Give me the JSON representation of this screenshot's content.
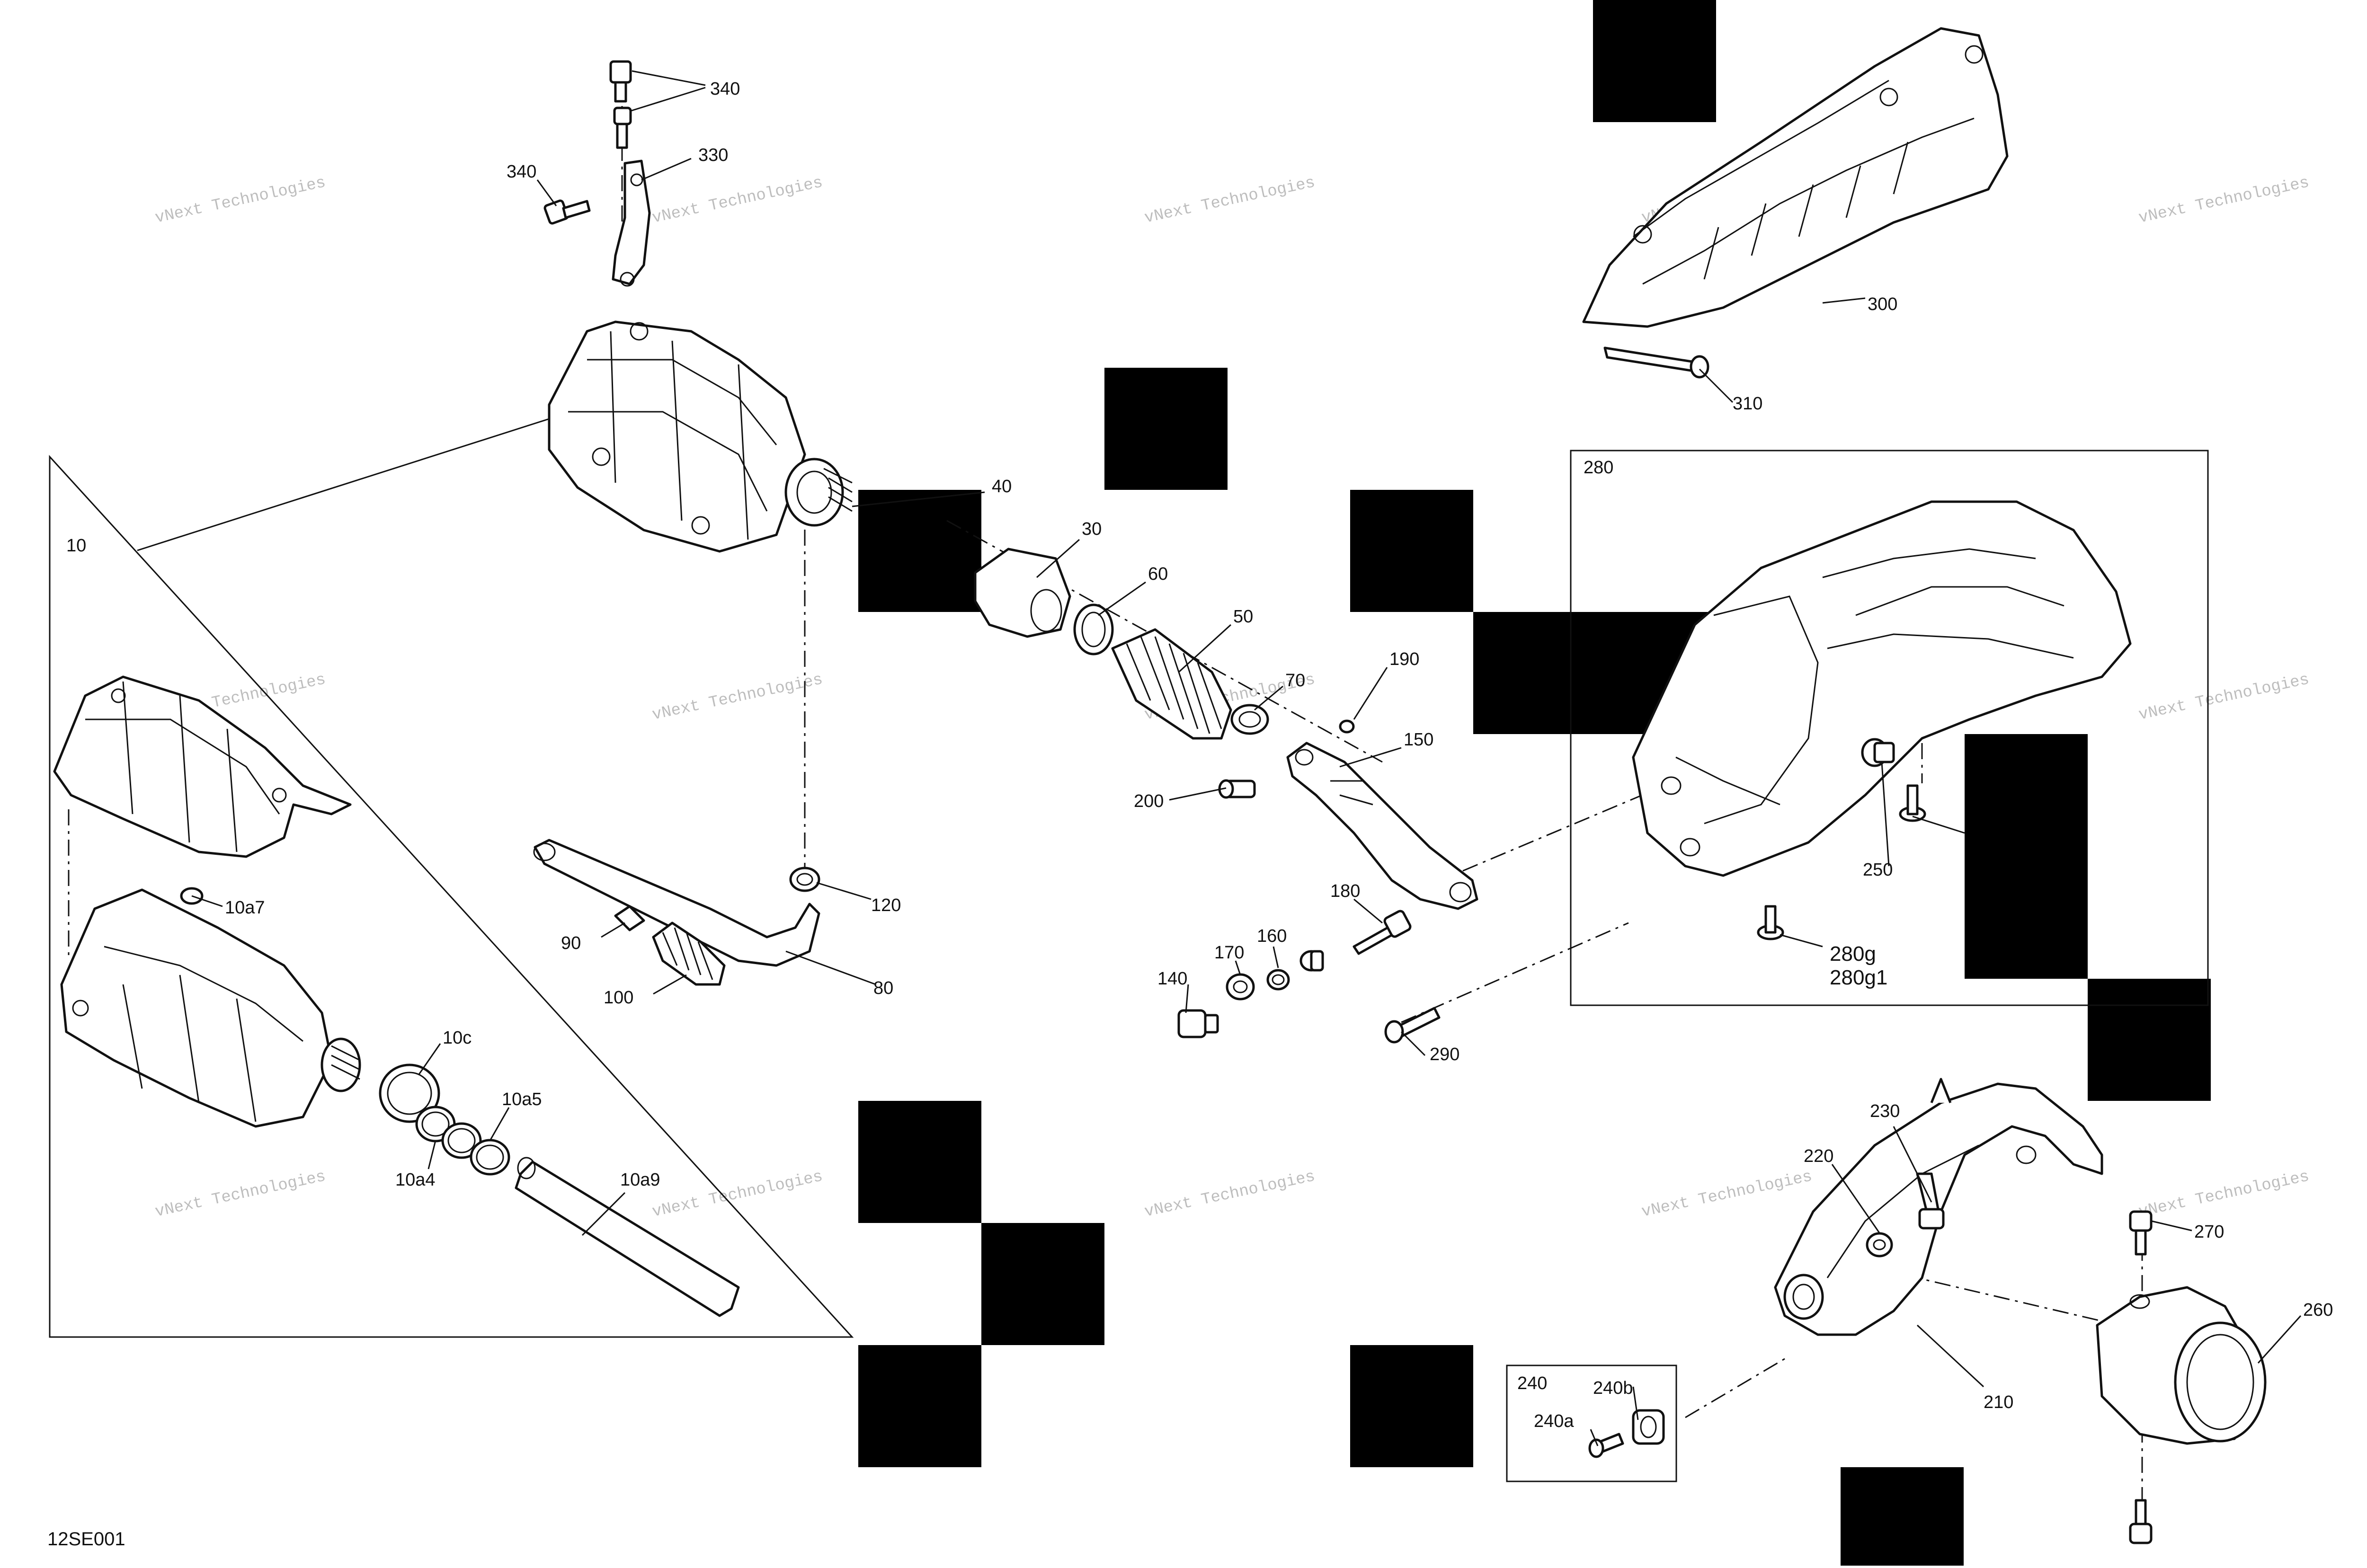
{
  "figure_code": "12SE001",
  "watermark": {
    "line1": "vNext Technologies",
    "line2": "vNext\nTechnologies"
  },
  "labels": {
    "p10": "10",
    "p10a4": "10a4",
    "p10a5": "10a5",
    "p10a7": "10a7",
    "p10a9": "10a9",
    "p10c": "10c",
    "p30": "30",
    "p40": "40",
    "p50": "50",
    "p60": "60",
    "p70": "70",
    "p80": "80",
    "p90": "90",
    "p100": "100",
    "p120": "120",
    "p140": "140",
    "p150": "150",
    "p160": "160",
    "p170": "170",
    "p180": "180",
    "p190": "190",
    "p200": "200",
    "p210": "210",
    "p220": "220",
    "p230": "230",
    "p240": "240",
    "p240a": "240a",
    "p240b": "240b",
    "p250": "250",
    "p260": "260",
    "p270": "270",
    "p280": "280",
    "p280g": "280g",
    "p280g1": "280g1",
    "p290": "290",
    "p300": "300",
    "p310": "310",
    "p330": "330",
    "p340a": "340",
    "p340b": "340"
  }
}
